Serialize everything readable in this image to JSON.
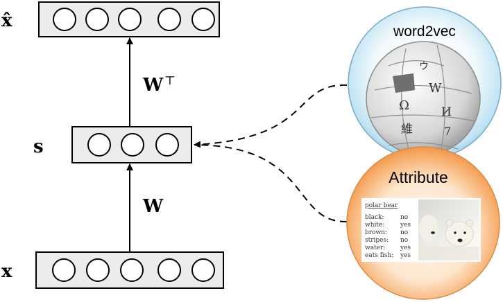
{
  "labels": {
    "x_hat": "x̂",
    "s": "s",
    "x": "x",
    "w_transpose": "W",
    "transpose_mark": "⊤",
    "w": "W"
  },
  "layers": {
    "top_units": 5,
    "middle_units": 3,
    "bottom_units": 5
  },
  "sources": {
    "word2vec": {
      "title": "word2vec",
      "globe_glyphs": [
        "Ω",
        "W",
        "維",
        "И",
        "7",
        "ウ"
      ]
    },
    "attribute": {
      "title": "Attribute",
      "table_title": "polar bear",
      "rows": [
        {
          "key": "black:",
          "value": "no"
        },
        {
          "key": "white:",
          "value": "yes"
        },
        {
          "key": "brown:",
          "value": "no"
        },
        {
          "key": "stripes:",
          "value": "no"
        },
        {
          "key": "water:",
          "value": "yes"
        },
        {
          "key": "eats fish:",
          "value": "yes"
        }
      ]
    }
  },
  "colors": {
    "layer_fill": "#ececec",
    "word2vec_bubble": "#bfe3f4",
    "attribute_bubble": "#f6a75f"
  }
}
